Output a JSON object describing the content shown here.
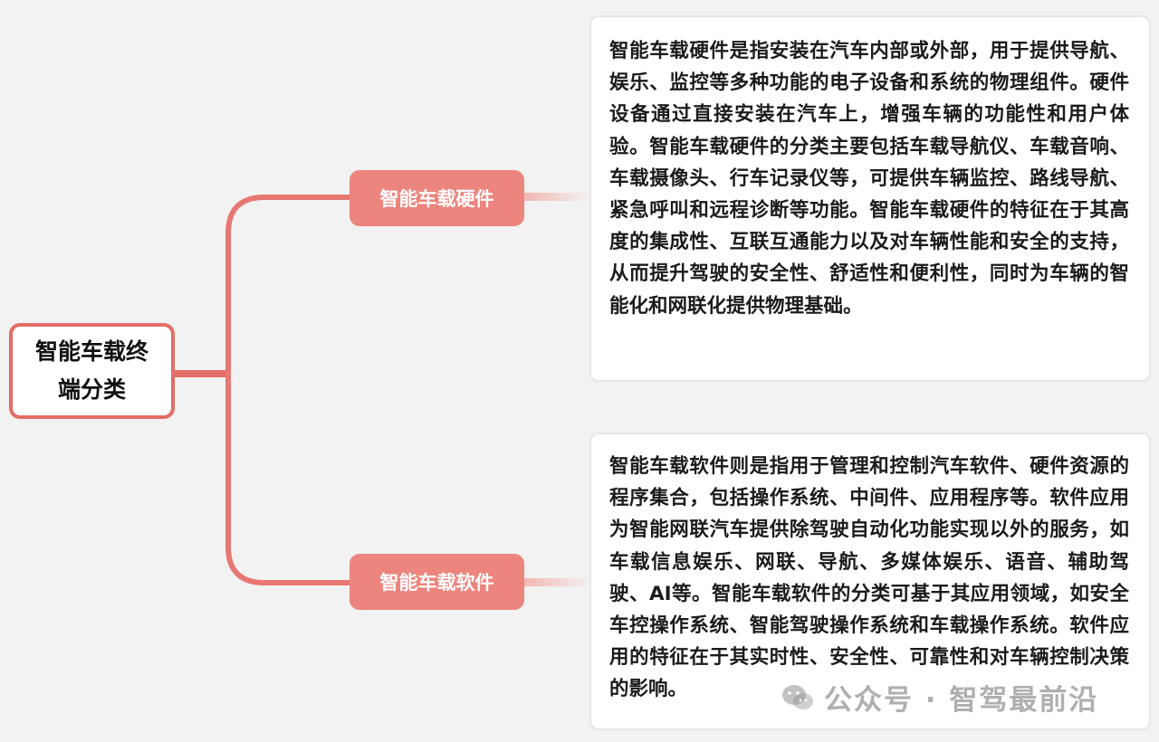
{
  "root": {
    "label": "智能车载终端分类"
  },
  "branches": [
    {
      "label": "智能车载硬件",
      "description": "智能车载硬件是指安装在汽车内部或外部，用于提供导航、娱乐、监控等多种功能的电子设备和系统的物理组件。硬件设备通过直接安装在汽车上，增强车辆的功能性和用户体验。智能车载硬件的分类主要包括车载导航仪、车载音响、车载摄像头、行车记录仪等，可提供车辆监控、路线导航、紧急呼叫和远程诊断等功能。智能车载硬件的特征在于其高度的集成性、互联互通能力以及对车辆性能和安全的支持，从而提升驾驶的安全性、舒适性和便利性，同时为车辆的智能化和网联化提供物理基础。"
    },
    {
      "label": "智能车载软件",
      "description": "智能车载软件则是指用于管理和控制汽车软件、硬件资源的程序集合，包括操作系统、中间件、应用程序等。软件应用为智能网联汽车提供除驾驶自动化功能实现以外的服务，如车载信息娱乐、网联、导航、多媒体娱乐、语音、辅助驾驶、AI等。智能车载软件的分类可基于其应用领域，如安全车控操作系统、智能驾驶操作系统和车载操作系统。软件应用的特征在于其实时性、安全性、可靠性和对车辆控制决策的影响。"
    }
  ],
  "watermark": {
    "text": "公众号 · 智驾最前沿",
    "icon": "wechat-icon"
  },
  "colors": {
    "connector": "#e36d67",
    "branch_fill": "#ec857d",
    "background": "#f2f2f2"
  }
}
